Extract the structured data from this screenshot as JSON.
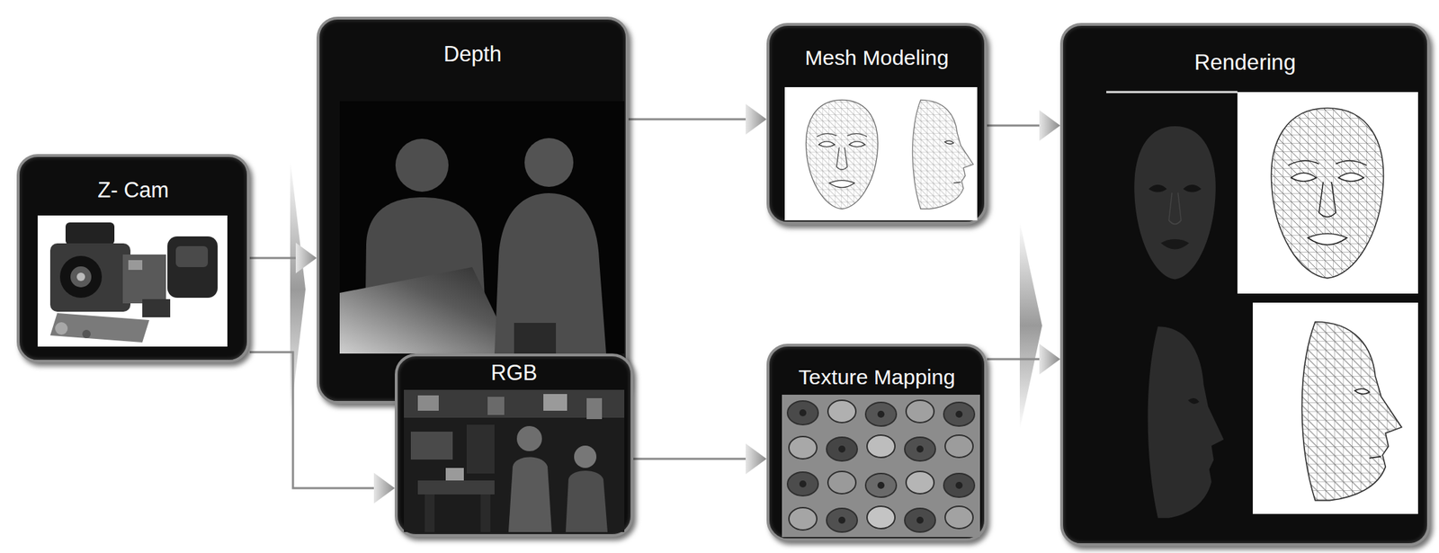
{
  "diagram": {
    "nodes": [
      {
        "text": [
          "Z- Cam"
        ]
      },
      {
        "text": [
          "Depth"
        ]
      },
      {
        "text": [
          "RGB"
        ]
      },
      {
        "text": [
          "Mesh Modeling"
        ]
      },
      {
        "text": [
          "Texture Mapping"
        ]
      },
      {
        "text": [
          "Rendering"
        ]
      }
    ],
    "edges": [
      {
        "from": 0,
        "to": 1,
        "arrow": "to"
      },
      {
        "from": 0,
        "to": 2,
        "arrow": "to"
      },
      {
        "from": 1,
        "to": 3,
        "arrow": "to"
      },
      {
        "from": 2,
        "to": 4,
        "arrow": "to"
      },
      {
        "from": 3,
        "to": 5,
        "arrow": "to"
      },
      {
        "from": 4,
        "to": 5,
        "arrow": "to"
      }
    ]
  }
}
